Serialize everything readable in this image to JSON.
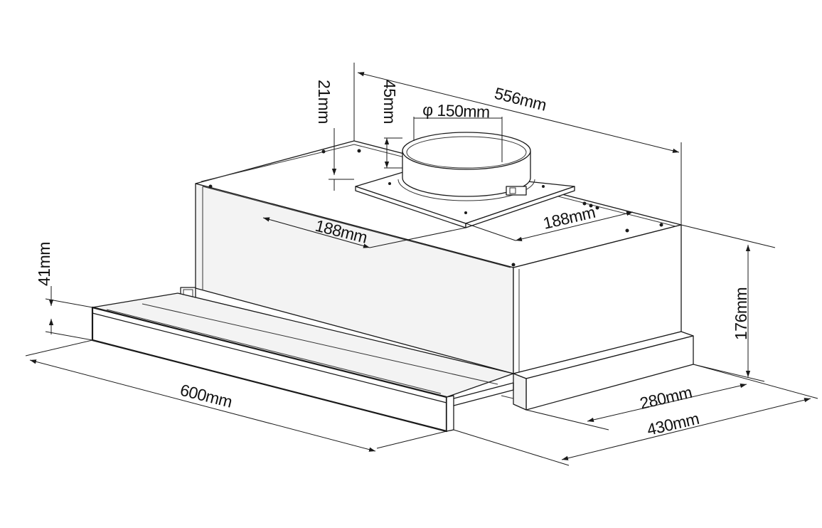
{
  "diagram": {
    "line_color": "#1a1a1a",
    "background_color": "#ffffff",
    "dimensions": {
      "overall_depth": "556mm",
      "duct_diameter": "φ 150mm",
      "collar_height": "45mm",
      "top_offset": "21mm",
      "mount_left": "188mm",
      "mount_right": "188mm",
      "front_gap": "41mm",
      "height": "176mm",
      "width": "600mm",
      "inner_depth": "280mm",
      "extended_depth": "430mm"
    }
  }
}
